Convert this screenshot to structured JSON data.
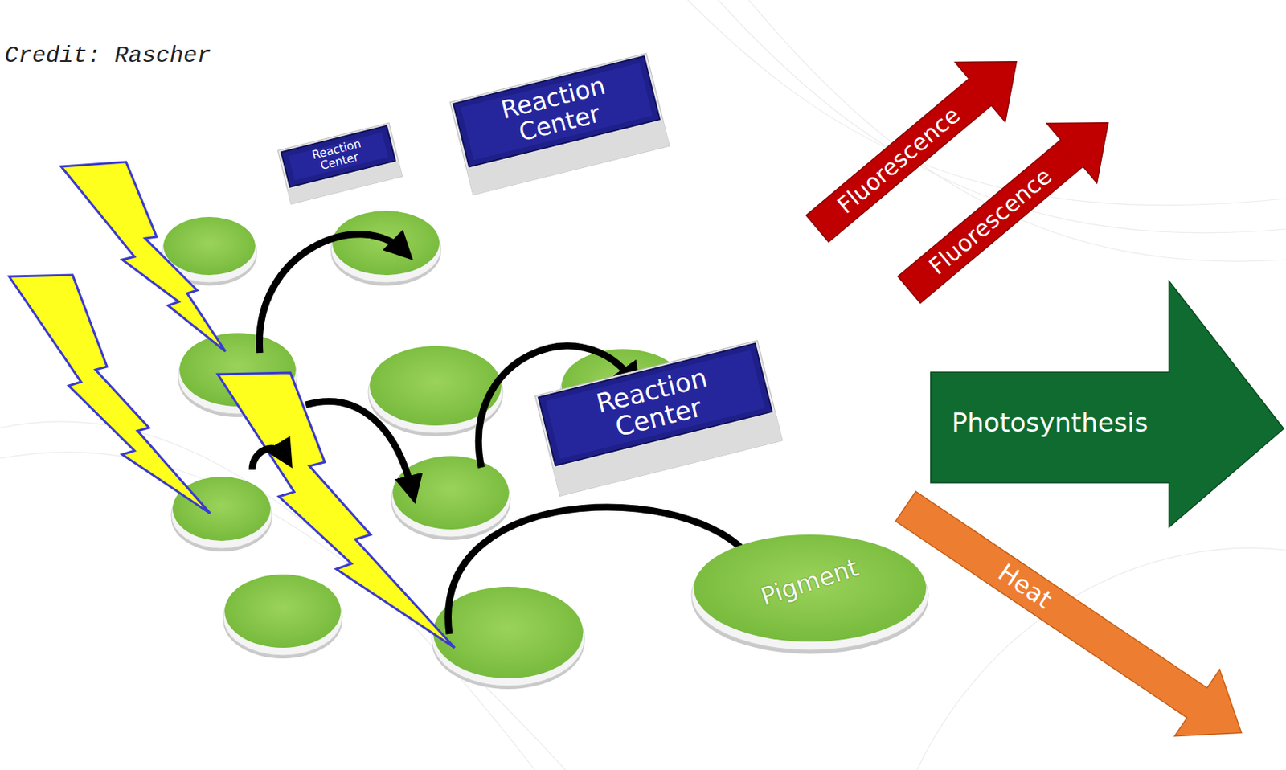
{
  "diagram": {
    "nodes": [
      {
        "text": [
          "Reaction Center"
        ]
      },
      {
        "text": [
          "Fluorescence"
        ]
      },
      {
        "text": [
          "Fluorescence"
        ]
      },
      {
        "text": [
          "Reaction Center"
        ]
      },
      {
        "text": [
          "Photosynthesis"
        ]
      },
      {
        "text": [
          "Reaction Center"
        ]
      },
      {
        "text": [
          "Pigment"
        ]
      },
      {
        "text": [
          "Heat"
        ]
      }
    ],
    "labels": [
      "Credit: Rascher"
    ]
  }
}
